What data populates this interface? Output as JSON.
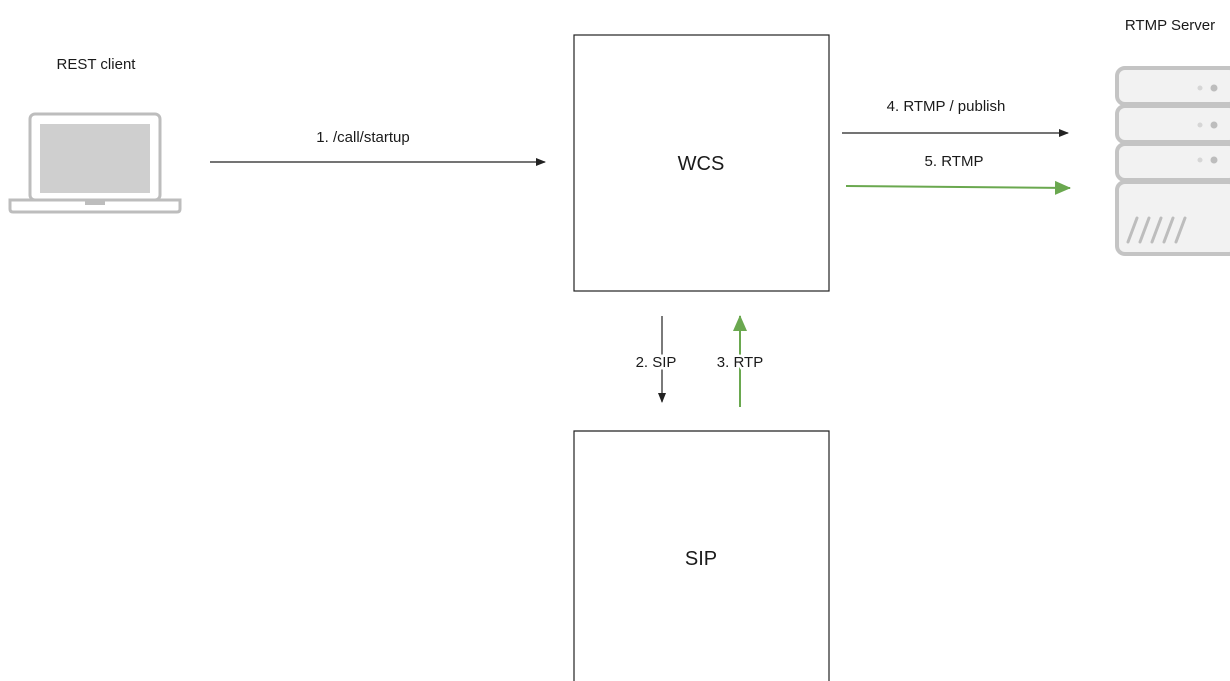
{
  "nodes": {
    "rest_client": {
      "label": "REST client"
    },
    "wcs": {
      "label": "WCS"
    },
    "sip": {
      "label": "SIP"
    },
    "rtmp_server": {
      "label": "RTMP Server"
    }
  },
  "edges": {
    "call_startup": {
      "label": "1. /call/startup",
      "color": "#222222"
    },
    "sip": {
      "label": "2. SIP",
      "color": "#222222"
    },
    "rtp": {
      "label": "3. RTP",
      "color": "#6aa84f"
    },
    "rtmp_publish": {
      "label": "4. RTMP / publish",
      "color": "#222222"
    },
    "rtmp": {
      "label": "5. RTMP",
      "color": "#6aa84f"
    }
  },
  "icons": {
    "laptop": "laptop-icon",
    "server": "server-icon"
  }
}
